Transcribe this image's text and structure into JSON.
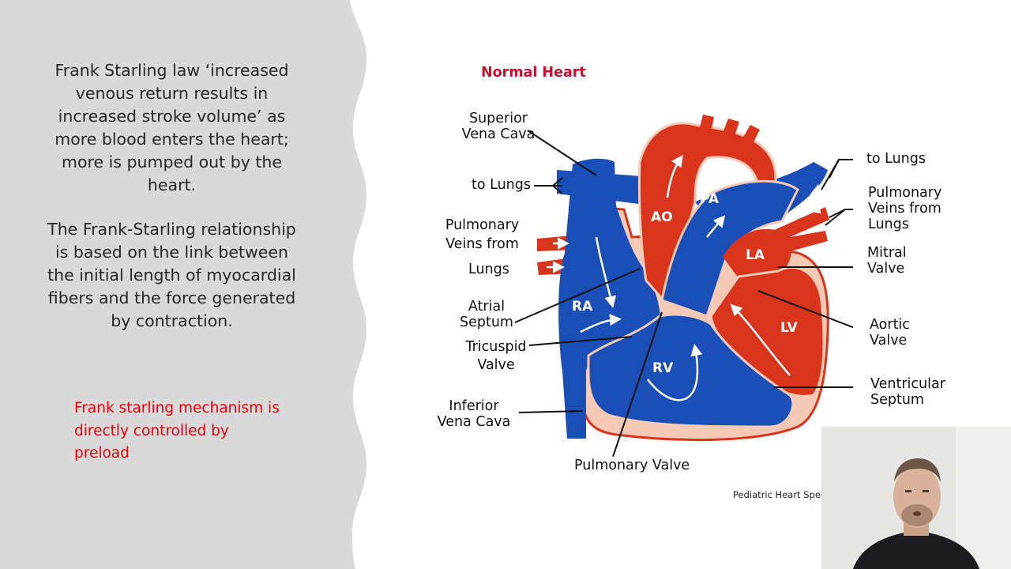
{
  "slide": {
    "paragraph_1": "Frank Starling law  ‘increased venous return results in increased stroke volume’ as more blood enters the heart; more is pumped out by the heart.",
    "paragraph_2": "The Frank-Starling relationship is based on the link between the initial length of myocardial fibers and the force generated by contraction.",
    "note": "Frank starling mechanism is directly controlled by preload"
  },
  "diagram": {
    "title": "Normal Heart",
    "labels": {
      "superior_vena_cava_1": "Superior",
      "superior_vena_cava_2": "Vena Cava",
      "to_lungs_left": "to Lungs",
      "pulm_veins_left_1": "Pulmonary",
      "pulm_veins_left_2": "Veins from",
      "pulm_veins_left_3": "Lungs",
      "atrial_septum_1": "Atrial",
      "atrial_septum_2": "Septum",
      "tricuspid_valve_1": "Tricuspid",
      "tricuspid_valve_2": "Valve",
      "inferior_vena_cava_1": "Inferior",
      "inferior_vena_cava_2": "Vena Cava",
      "pulmonary_valve": "Pulmonary Valve",
      "to_lungs_right": "to Lungs",
      "pulm_veins_right_1": "Pulmonary",
      "pulm_veins_right_2": "Veins from",
      "pulm_veins_right_3": "Lungs",
      "mitral_valve_1": "Mitral",
      "mitral_valve_2": "Valve",
      "aortic_valve_1": "Aortic",
      "aortic_valve_2": "Valve",
      "ventricular_septum_1": "Ventricular",
      "ventricular_septum_2": "Septum"
    },
    "chambers": {
      "ao": "AO",
      "pa": "PA",
      "la": "LA",
      "ra": "RA",
      "rv": "RV",
      "lv": "LV"
    },
    "credit": "Pediatric Heart Speci"
  },
  "colors": {
    "panel_gray": "#d9d9d9",
    "deoxygenated_blue": "#1a4fb8",
    "oxygenated_red": "#d9341c",
    "note_red": "#e8000b",
    "title_red": "#c8102e"
  }
}
